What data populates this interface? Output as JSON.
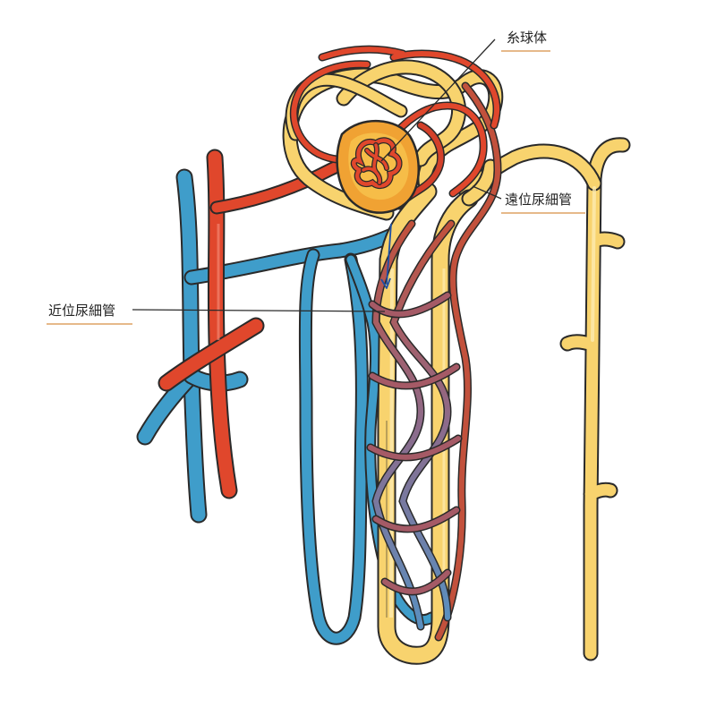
{
  "labels": {
    "glomerulus": "糸球体",
    "distal_tubule": "遠位尿細管",
    "proximal_tubule": "近位尿細管"
  },
  "colors": {
    "artery": "#e0472c",
    "artery_dark": "#c2331e",
    "vein": "#3f9dca",
    "tubule": "#f8d36e",
    "tubule_highlight": "#fdebb0",
    "capsule": "#f0a233",
    "capsule_inner": "#f6bd48",
    "capillary_mix": "#a55a66",
    "outline": "#2a2a2a",
    "label_underline": "#e6b98a",
    "flow_arrow": "#1c4fa6"
  }
}
